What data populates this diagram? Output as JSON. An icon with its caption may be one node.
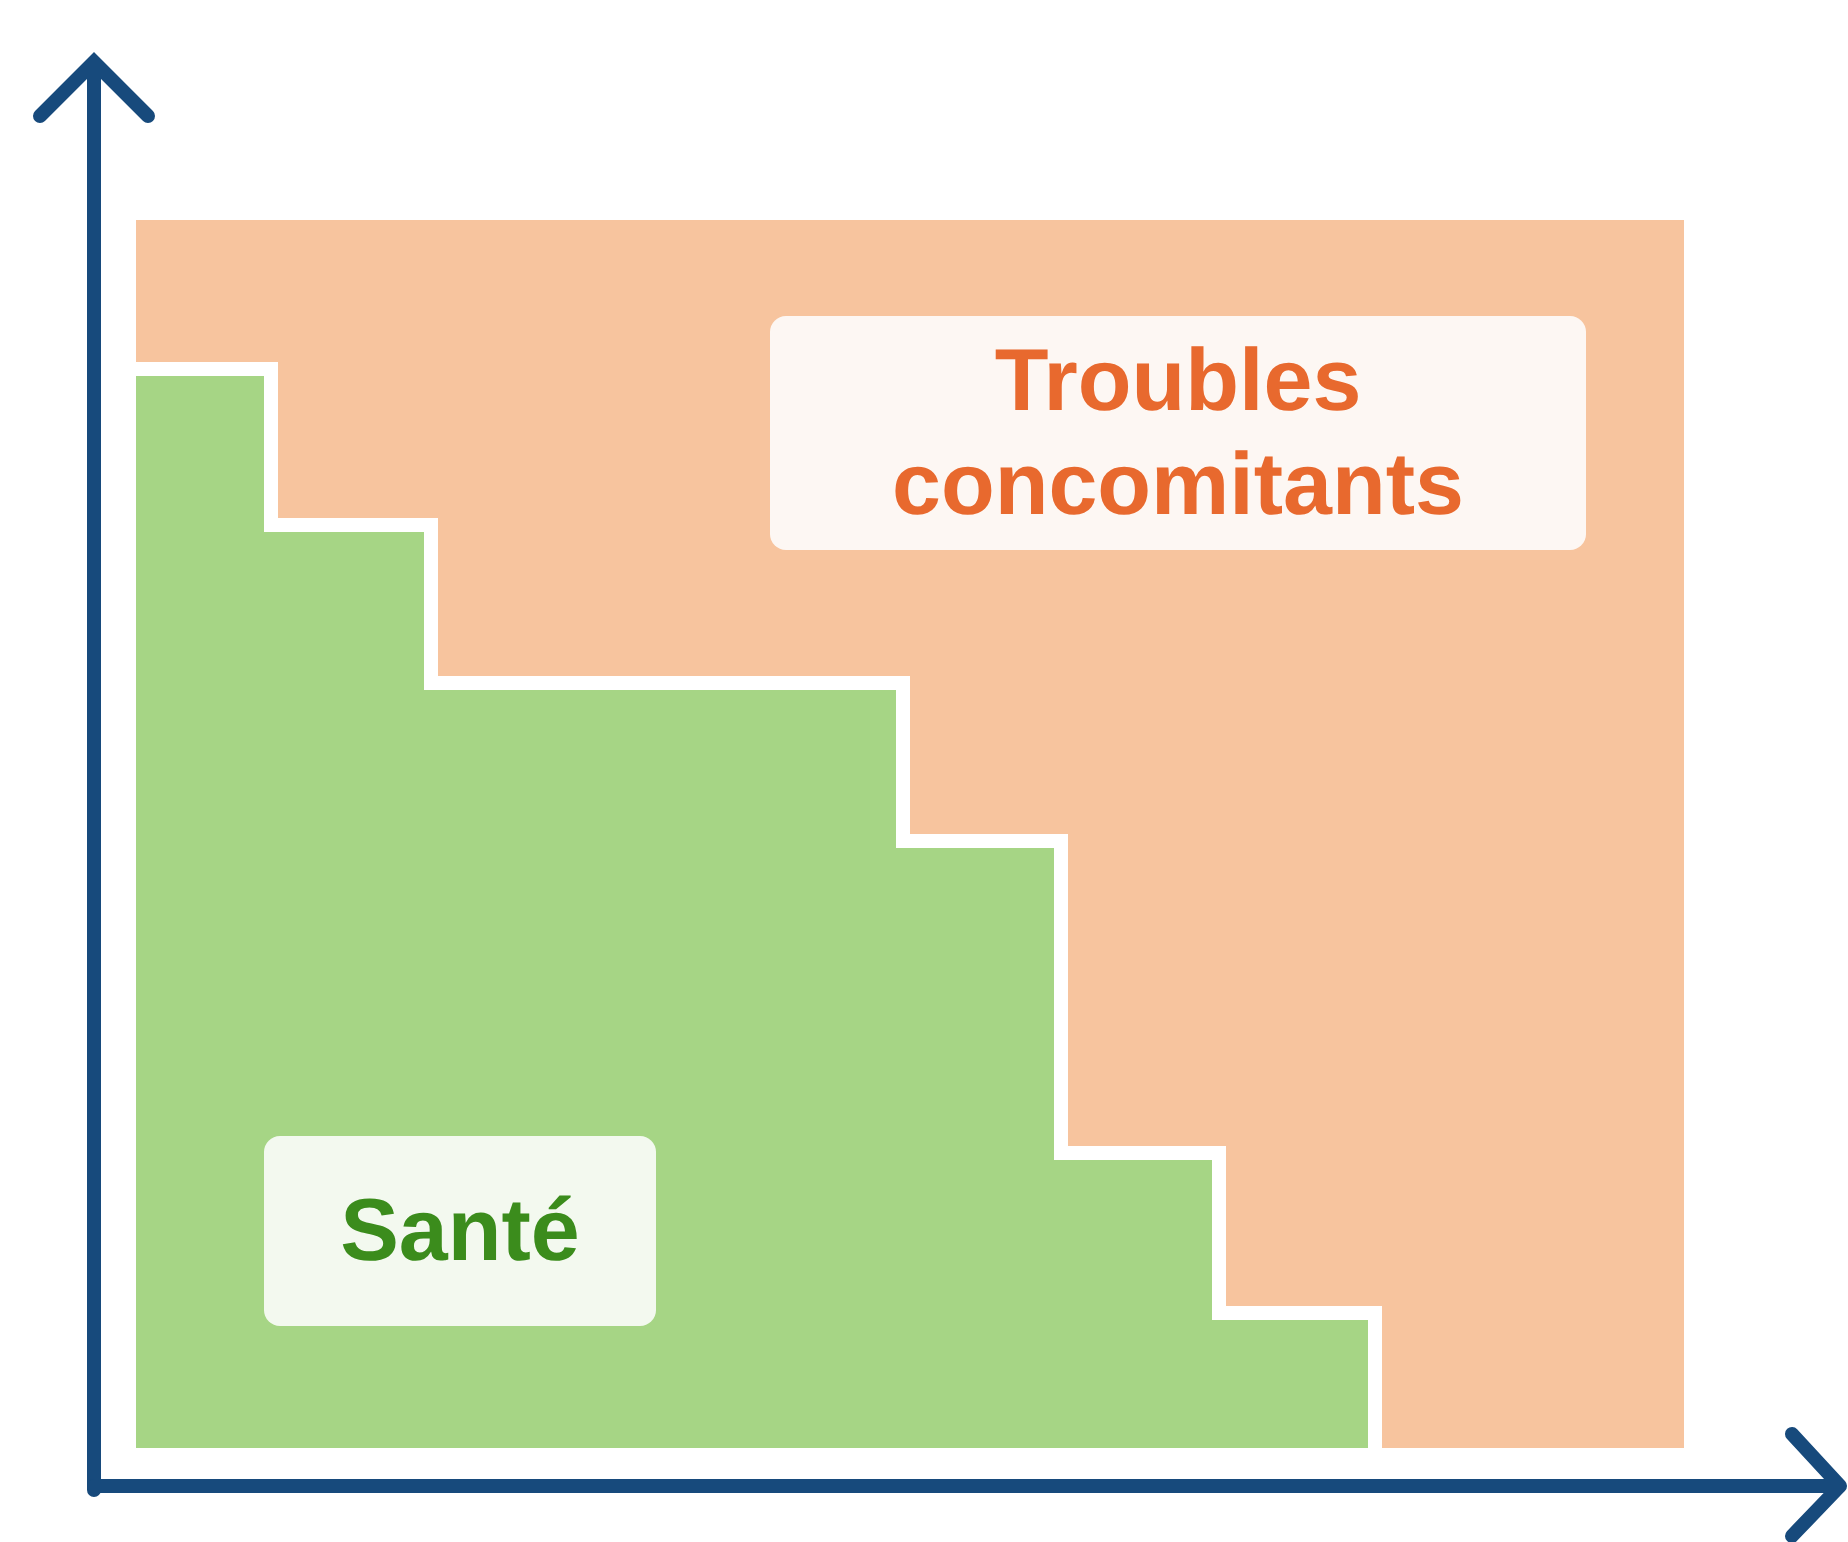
{
  "diagram": {
    "nodes": [
      {
        "text": [
          "Troubles concomitants"
        ]
      },
      {
        "text": [
          "Santé"
        ],
        "in": 0
      }
    ]
  }
}
